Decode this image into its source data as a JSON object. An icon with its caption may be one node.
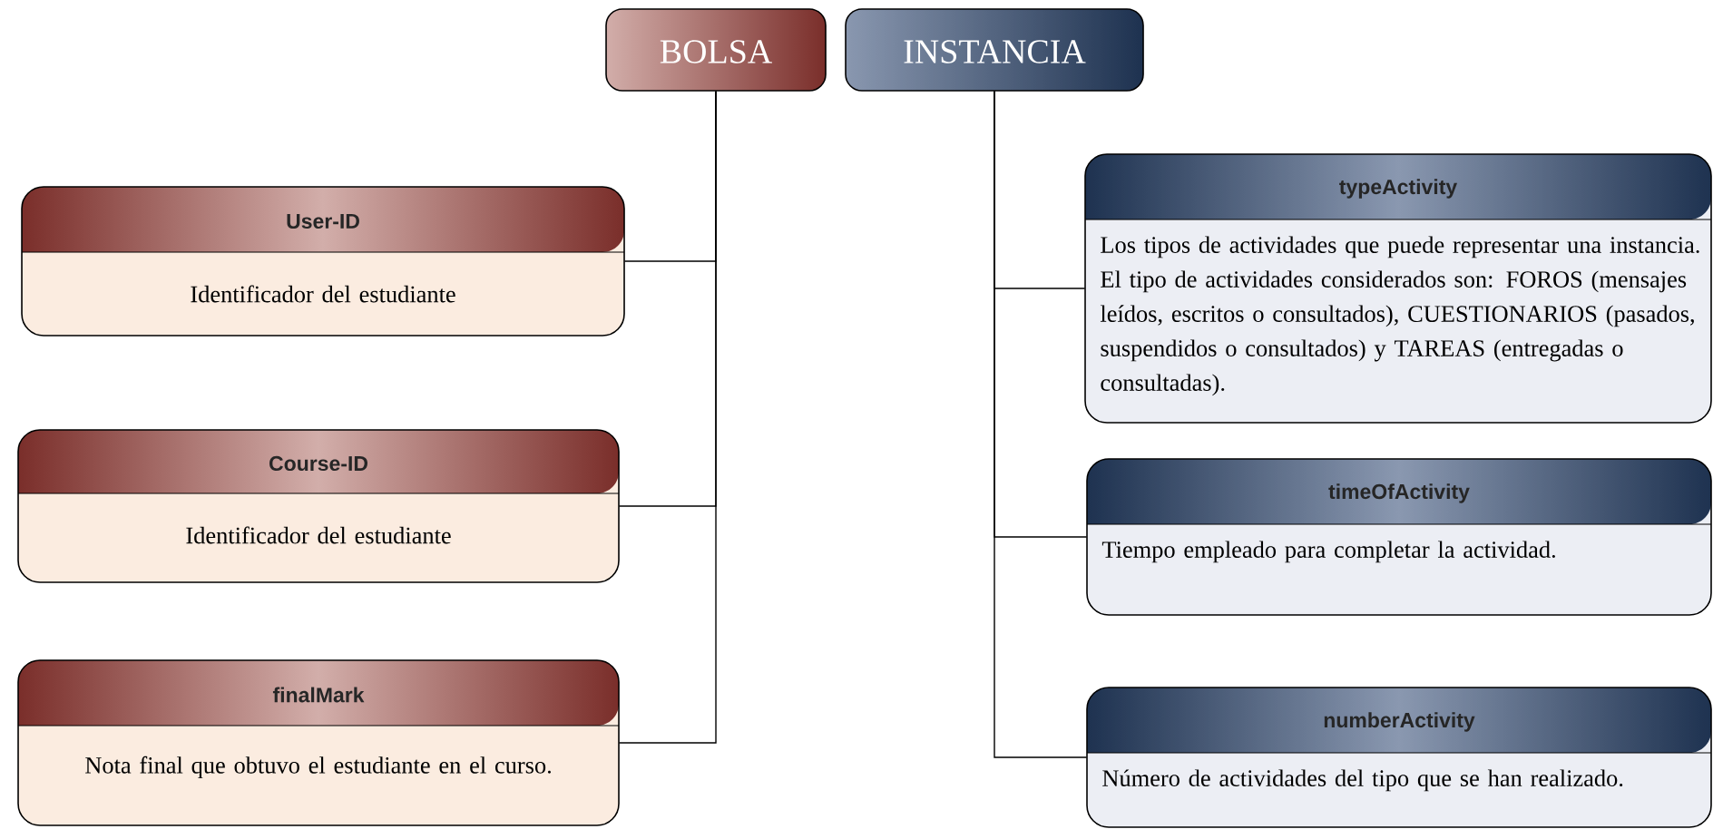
{
  "diagram": {
    "nodes": [
      {
        "text": [
          "BOLSA"
        ]
      },
      {
        "text": [
          "INSTANCIA"
        ]
      },
      {
        "text": [
          "User-ID",
          "Identificador del estudiante"
        ]
      },
      {
        "text": [
          "Course-ID",
          "Identificador del estudiante"
        ]
      },
      {
        "text": [
          "finalMark",
          "Nota final que obtuvo el estudiante en el curso."
        ]
      },
      {
        "text": [
          "typeActivity",
          "Los tipos de actividades que puede representar una instancia. El tipo de actividades considerados son: FOROS (mensajes leídos, escritos o consultados), CUESTIONARIOS (pasados, suspendidos o consultados) y TAREAS (entregadas o consultadas)."
        ]
      },
      {
        "text": [
          "timeOfActivity",
          "Tiempo empleado para completar la  actividad."
        ]
      },
      {
        "text": [
          "numberActivity",
          "Número de actividades del tipo que se han realizado."
        ]
      }
    ],
    "edges": [
      {
        "from": 0,
        "to": 2,
        "arrow": "none"
      },
      {
        "from": 0,
        "to": 3,
        "arrow": "none"
      },
      {
        "from": 0,
        "to": 4,
        "arrow": "none"
      },
      {
        "from": 1,
        "to": 5,
        "arrow": "none"
      },
      {
        "from": 1,
        "to": 6,
        "arrow": "none"
      },
      {
        "from": 1,
        "to": 7,
        "arrow": "none"
      }
    ]
  }
}
